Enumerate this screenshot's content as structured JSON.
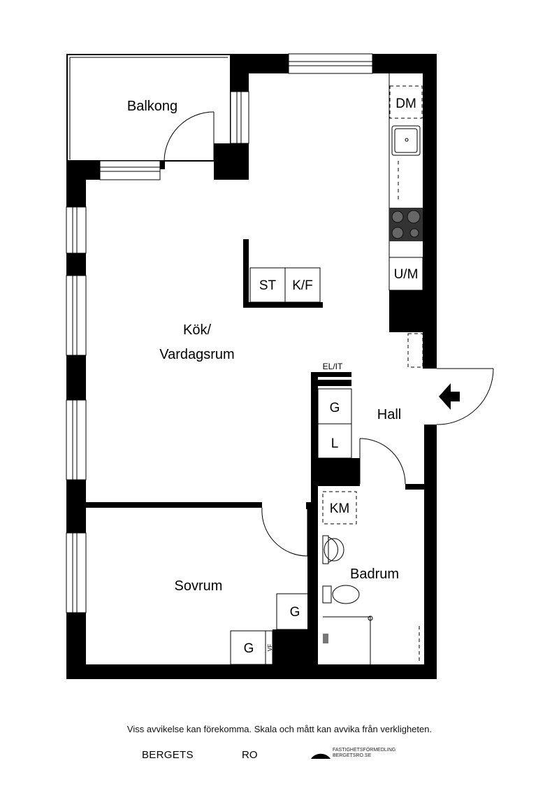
{
  "rooms": {
    "balcony": "Balkong",
    "kitchen_line1": "Kök/",
    "kitchen_line2": "Vardagsrum",
    "hall": "Hall",
    "bathroom": "Badrum",
    "bedroom": "Sovrum"
  },
  "fixtures": {
    "dishwasher": "DM",
    "stove": "ST",
    "fridge_freezer": "K/F",
    "oven_microwave": "U/M",
    "electrical": "EL/IT",
    "wardrobe_hall": "G",
    "linen": "L",
    "washing_machine": "KM",
    "wardrobe_bed_1": "G",
    "wardrobe_bed_2": "G",
    "water_heater": "VF"
  },
  "footer": {
    "disclaimer": "Viss avvikelse kan förekomma. Skala och mått kan avvika från verkligheten.",
    "brand_left": "BERGETS",
    "brand_right": "RO",
    "agency_line1": "FASTIGHETSFÖRMEDLING",
    "agency_line2": "BERGETSRO.SE"
  }
}
